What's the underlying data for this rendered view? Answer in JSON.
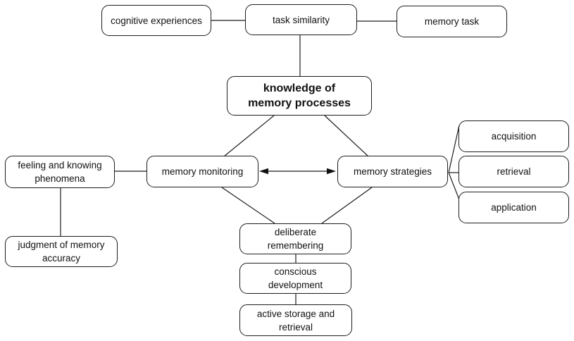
{
  "diagram": {
    "colors": {
      "background": "#ffffff",
      "node_fill": "#ffffff",
      "stroke": "#1c1c1c",
      "text": "#111111"
    },
    "nodes": {
      "cognitive_experiences": {
        "label": "cognitive experiences"
      },
      "task_similarity": {
        "label": "task similarity"
      },
      "memory_task": {
        "label": "memory task"
      },
      "knowledge_of_memory_processes": {
        "label": "knowledge of memory processes",
        "emphasis": "bold",
        "lines": [
          "knowledge of",
          "memory processes"
        ]
      },
      "feeling_and_knowing_phenomena": {
        "label": "feeling and knowing phenomena",
        "lines": [
          "feeling and knowing",
          "phenomena"
        ]
      },
      "memory_monitoring": {
        "label": "memory monitoring"
      },
      "memory_strategies": {
        "label": "memory strategies"
      },
      "acquisition": {
        "label": "acquisition"
      },
      "retrieval": {
        "label": "retrieval"
      },
      "application": {
        "label": "application"
      },
      "judgment_of_memory_accuracy": {
        "label": "judgment of memory accuracy",
        "lines": [
          "judgment of memory",
          "accuracy"
        ]
      },
      "deliberate_remembering": {
        "label": "deliberate remembering",
        "lines": [
          "deliberate",
          "remembering"
        ]
      },
      "conscious_development": {
        "label": "conscious development",
        "lines": [
          "conscious",
          "development"
        ]
      },
      "active_storage_and_retrieval": {
        "label": "active storage and retrieval",
        "lines": [
          "active storage and",
          "retrieval"
        ]
      }
    },
    "edges": [
      {
        "from": "cognitive_experiences",
        "to": "task_similarity",
        "type": "line"
      },
      {
        "from": "task_similarity",
        "to": "memory_task",
        "type": "line"
      },
      {
        "from": "task_similarity",
        "to": "knowledge_of_memory_processes",
        "type": "line"
      },
      {
        "from": "knowledge_of_memory_processes",
        "to": "memory_monitoring",
        "type": "line"
      },
      {
        "from": "knowledge_of_memory_processes",
        "to": "memory_strategies",
        "type": "line"
      },
      {
        "from": "memory_monitoring",
        "to": "memory_strategies",
        "type": "double-arrow"
      },
      {
        "from": "feeling_and_knowing_phenomena",
        "to": "memory_monitoring",
        "type": "line"
      },
      {
        "from": "feeling_and_knowing_phenomena",
        "to": "judgment_of_memory_accuracy",
        "type": "line"
      },
      {
        "from": "memory_monitoring",
        "to": "deliberate_remembering",
        "type": "line"
      },
      {
        "from": "memory_strategies",
        "to": "deliberate_remembering",
        "type": "line"
      },
      {
        "from": "memory_strategies",
        "to": "acquisition",
        "type": "line"
      },
      {
        "from": "memory_strategies",
        "to": "retrieval",
        "type": "line"
      },
      {
        "from": "memory_strategies",
        "to": "application",
        "type": "line"
      },
      {
        "from": "deliberate_remembering",
        "to": "conscious_development",
        "type": "line"
      },
      {
        "from": "conscious_development",
        "to": "active_storage_and_retrieval",
        "type": "line"
      }
    ]
  }
}
